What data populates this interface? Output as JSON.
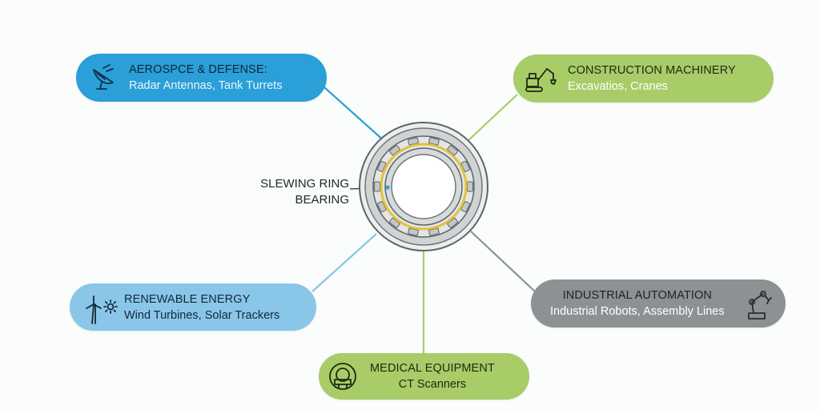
{
  "center": {
    "label_line1": "SLEWING RING",
    "label_line2": "BEARING"
  },
  "applications": [
    {
      "id": "aerospace",
      "title": "AEROSPCE & DEFENSE:",
      "subtitle": "Radar Antennas, Tank Turrets",
      "icon": "radar-dish-icon",
      "color": "#2a9fd8"
    },
    {
      "id": "construction",
      "title": "CONSTRUCTION MACHINERY",
      "subtitle": "Excavatios, Cranes",
      "icon": "excavator-icon",
      "color": "#a8cc68"
    },
    {
      "id": "renewable",
      "title": "RENEWABLE ENERGY",
      "subtitle": "Wind Turbines, Solar Trackers",
      "icon": "wind-turbine-sun-icon",
      "color": "#8ac6e8"
    },
    {
      "id": "automation",
      "title": "INDUSTRIAL AUTOMATION",
      "subtitle": "Industrial Robots, Assembly Lines",
      "icon": "robot-arm-icon",
      "color": "#8e9193"
    },
    {
      "id": "medical",
      "title": "MEDICAL EQUIPMENT",
      "subtitle": "CT Scanners",
      "icon": "ct-scanner-icon",
      "color": "#a8cc68"
    }
  ],
  "colors": {
    "ring_outer": "#d9dcdd",
    "ring_stroke": "#5e6568",
    "ring_raceway": "#e1c23a",
    "connector_blue": "#2a9fd8",
    "connector_green": "#a8cc68",
    "connector_gray": "#8e9193"
  }
}
